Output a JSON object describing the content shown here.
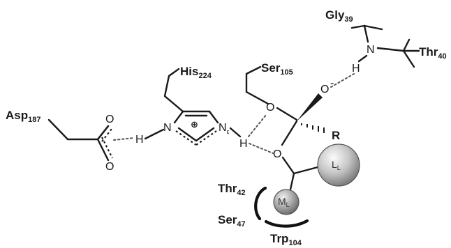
{
  "residues": {
    "asp": {
      "name": "Asp",
      "num": "187"
    },
    "his": {
      "name": "His",
      "num": "224"
    },
    "ser": {
      "name": "Ser",
      "num": "105"
    },
    "gly": {
      "name": "Gly",
      "num": "39"
    },
    "thr40": {
      "name": "Thr",
      "num": "40"
    },
    "thr42": {
      "name": "Thr",
      "num": "42"
    },
    "ser47": {
      "name": "Ser",
      "num": "47"
    },
    "trp": {
      "name": "Trp",
      "num": "104"
    }
  },
  "atoms": {
    "o_asp_top": "O",
    "o_asp_bottom": "O",
    "h_his": "H",
    "n_his_left": "N",
    "n_his_eps": "N",
    "n_his_eps_sub": "ε",
    "charge": "⊕",
    "h_ser": "H",
    "o_ser": "O",
    "o_oxyanion": "O",
    "oxyanion_charge": "-",
    "o_ester": "O",
    "r_group": "R",
    "n_gly": "N",
    "h_gly": "H"
  },
  "pockets": {
    "large": {
      "letter": "L",
      "sub": "L"
    },
    "medium": {
      "letter": "M",
      "sub": "L"
    }
  },
  "colors": {
    "bond": "#1a1a1a",
    "hbond": "#555555",
    "sphere_light": "#f2f2f2",
    "sphere_dark": "#7a7a7a"
  }
}
